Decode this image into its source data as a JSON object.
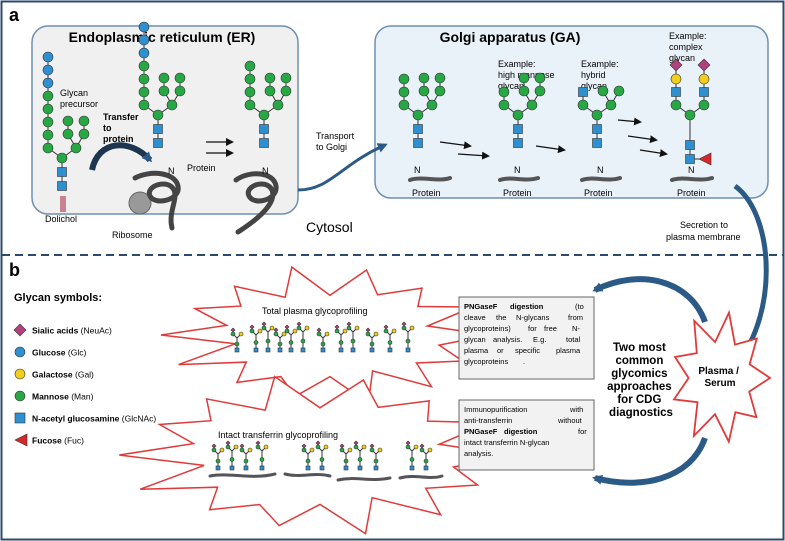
{
  "panel_a": {
    "label": "a",
    "er_title": "Endoplasmic reticulum (ER)",
    "golgi_title": "Golgi apparatus (GA)",
    "glycan_precursor": [
      "Glycan",
      "precursor"
    ],
    "transfer_to_protein": [
      "Transfer",
      "to",
      "protein"
    ],
    "dolichol": "Dolichol",
    "ribosome": "Ribosome",
    "protein": "Protein",
    "n_label": "N",
    "transport_to_golgi": [
      "Transport",
      "to Golgi"
    ],
    "cytosol": "Cytosol",
    "ex_high_mannose": [
      "Example:",
      "high mannose",
      "glycan"
    ],
    "ex_hybrid": [
      "Example:",
      "hybrid",
      "glycan"
    ],
    "ex_complex": [
      "Example:",
      "complex",
      "glycan"
    ],
    "secretion": [
      "Secretion to",
      "plasma membrane"
    ]
  },
  "panel_b": {
    "label": "b",
    "legend_title": "Glycan symbols:",
    "legend": [
      {
        "shape": "diamond",
        "color": "#b0417c",
        "name": "Sialic acids",
        "abbr": "(NeuAc)"
      },
      {
        "shape": "circle",
        "color": "#2e8fd1",
        "name": "Glucose",
        "abbr": "(Glc)"
      },
      {
        "shape": "circle",
        "color": "#f2cf1b",
        "name": "Galactose",
        "abbr": "(Gal)"
      },
      {
        "shape": "circle",
        "color": "#27a844",
        "name": "Mannose",
        "abbr": "(Man)"
      },
      {
        "shape": "square",
        "color": "#2e8fd1",
        "name": "N-acetyl glucosamine",
        "abbr": "(GlcNAc)"
      },
      {
        "shape": "triangle",
        "color": "#d6272d",
        "name": "Fucose",
        "abbr": "(Fuc)"
      }
    ],
    "total_plasma": "Total plasma glycoprofiling",
    "intact_transferrin": "Intact transferrin glycoprofiling",
    "pngase_lines": [
      [
        "PNGaseF",
        "digestion",
        "(to"
      ],
      [
        "cleave",
        "the",
        "N-glycans",
        "from"
      ],
      [
        "glycoproteins)",
        "for",
        "free",
        "N-"
      ],
      [
        "glycan",
        "analysis.",
        "E.g.",
        "total"
      ],
      [
        "plasma",
        "or",
        "specific",
        "plasma"
      ],
      [
        "glycoproteins",
        "."
      ]
    ],
    "immuno_lines": [
      [
        "Immunopurification",
        "with"
      ],
      [
        "anti-transferrin",
        "without"
      ],
      [
        "PNGaseF",
        "digestion",
        "for"
      ],
      [
        "intact transferrin N-glycan"
      ],
      [
        "analysis."
      ]
    ],
    "center_lines": [
      "Two most",
      "common",
      "glycomics",
      "approaches",
      "for CDG",
      "diagnostics"
    ],
    "plasma_serum": [
      "Plasma /",
      "Serum"
    ]
  },
  "colors": {
    "frame": "#2b4a6f",
    "er_fill": "#f0f0f0",
    "golgi_fill": "#e9f1f9",
    "golgi_stroke": "#6f8fae",
    "arrow_blue": "#2c5a86",
    "star_stroke": "#e03a3a",
    "mannose": "#27a844",
    "glcnac": "#2e8fd1",
    "galactose": "#f2cf1b",
    "sialic": "#b0417c",
    "fucose": "#d6272d"
  }
}
